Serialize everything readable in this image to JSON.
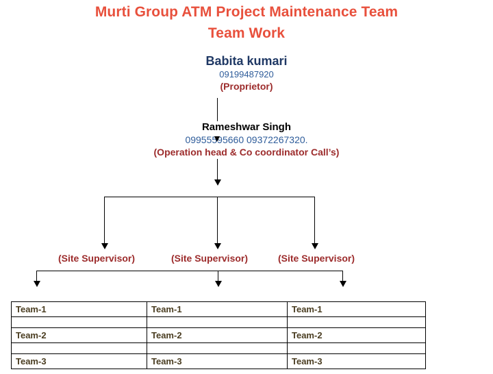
{
  "title": {
    "line1": "Murti Group ATM Project Maintenance Team",
    "line2": "Team Work",
    "color": "#e8503c"
  },
  "org": {
    "proprietor": {
      "name": "Babita kumari",
      "phone": "09199487920",
      "role": "(Proprietor)",
      "name_color": "#1F3864",
      "phone_color": "#2E5C9A",
      "role_color": "#9C2B2B"
    },
    "operation_head": {
      "name": "Rameshwar Singh",
      "phone": "09955595660  09372267320.",
      "role": "(Operation head & Co coordinator Call’s)",
      "name_color": "#000000",
      "phone_color": "#2E5C9A",
      "role_color": "#9C2B2B"
    },
    "supervisors": [
      {
        "label": "(Site Supervisor)"
      },
      {
        "label": "(Site Supervisor)"
      },
      {
        "label": "(Site Supervisor)"
      }
    ],
    "supervisor_color": "#9C2B2B"
  },
  "teams_table": {
    "rows": [
      {
        "type": "filled",
        "cells": [
          "Team-1",
          "Team-1",
          "Team-1"
        ]
      },
      {
        "type": "blank",
        "cells": [
          "",
          "",
          ""
        ]
      },
      {
        "type": "filled",
        "cells": [
          "Team-2",
          "Team-2",
          "Team-2"
        ]
      },
      {
        "type": "blank",
        "cells": [
          "",
          "",
          ""
        ]
      },
      {
        "type": "filled",
        "cells": [
          "Team-3",
          "Team-3",
          "Team-3"
        ]
      }
    ],
    "text_color": "#4a3d21",
    "border_color": "#000000"
  },
  "connectors": {
    "line_color": "#000000"
  }
}
